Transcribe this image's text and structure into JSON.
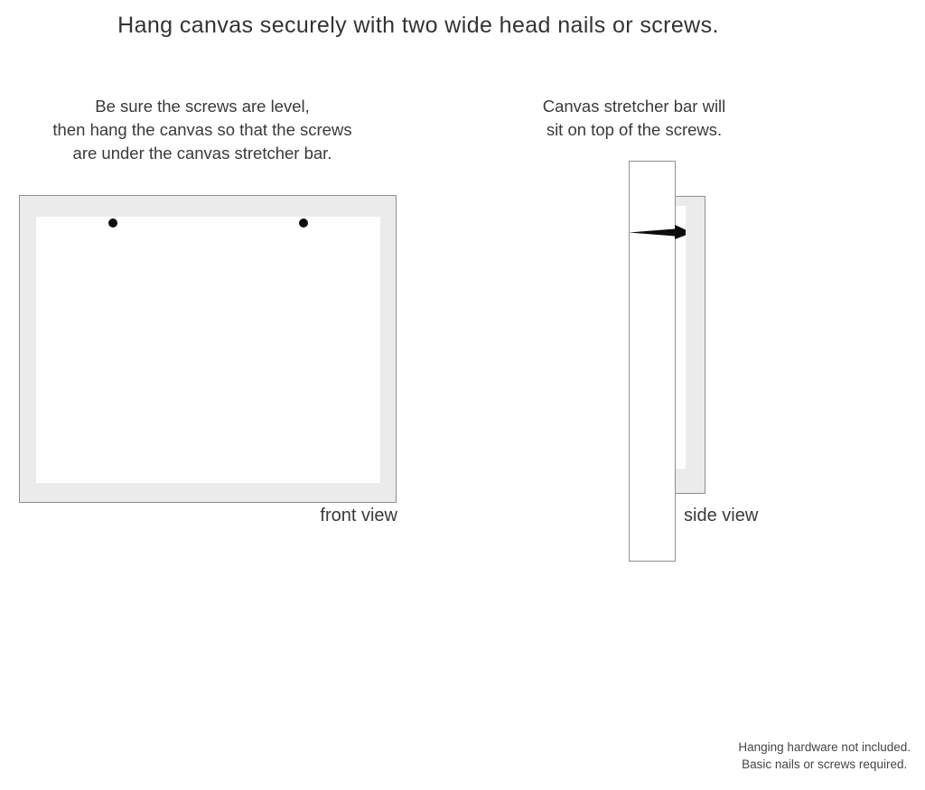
{
  "page": {
    "title": "Hang canvas securely with two wide head nails or screws."
  },
  "instructions": {
    "front_note_lines": [
      "Be sure the screws are level,",
      "then hang the canvas so that the screws",
      "are under the canvas stretcher bar."
    ],
    "side_note_lines": [
      "Canvas stretcher bar will",
      "sit on top of the screws."
    ]
  },
  "diagrams": {
    "front_view_label": "front view",
    "side_view_label": "side view",
    "screw_count": 2
  },
  "footer": {
    "lines": [
      "Hanging hardware not included.",
      "Basic nails or screws required."
    ]
  },
  "colors": {
    "canvas_fill": "#ebebeb",
    "outline_gray": "#8f8f8f",
    "nail_black": "#0d0d0d",
    "text_gray": "#3a3a3a",
    "background": "#ffffff"
  }
}
